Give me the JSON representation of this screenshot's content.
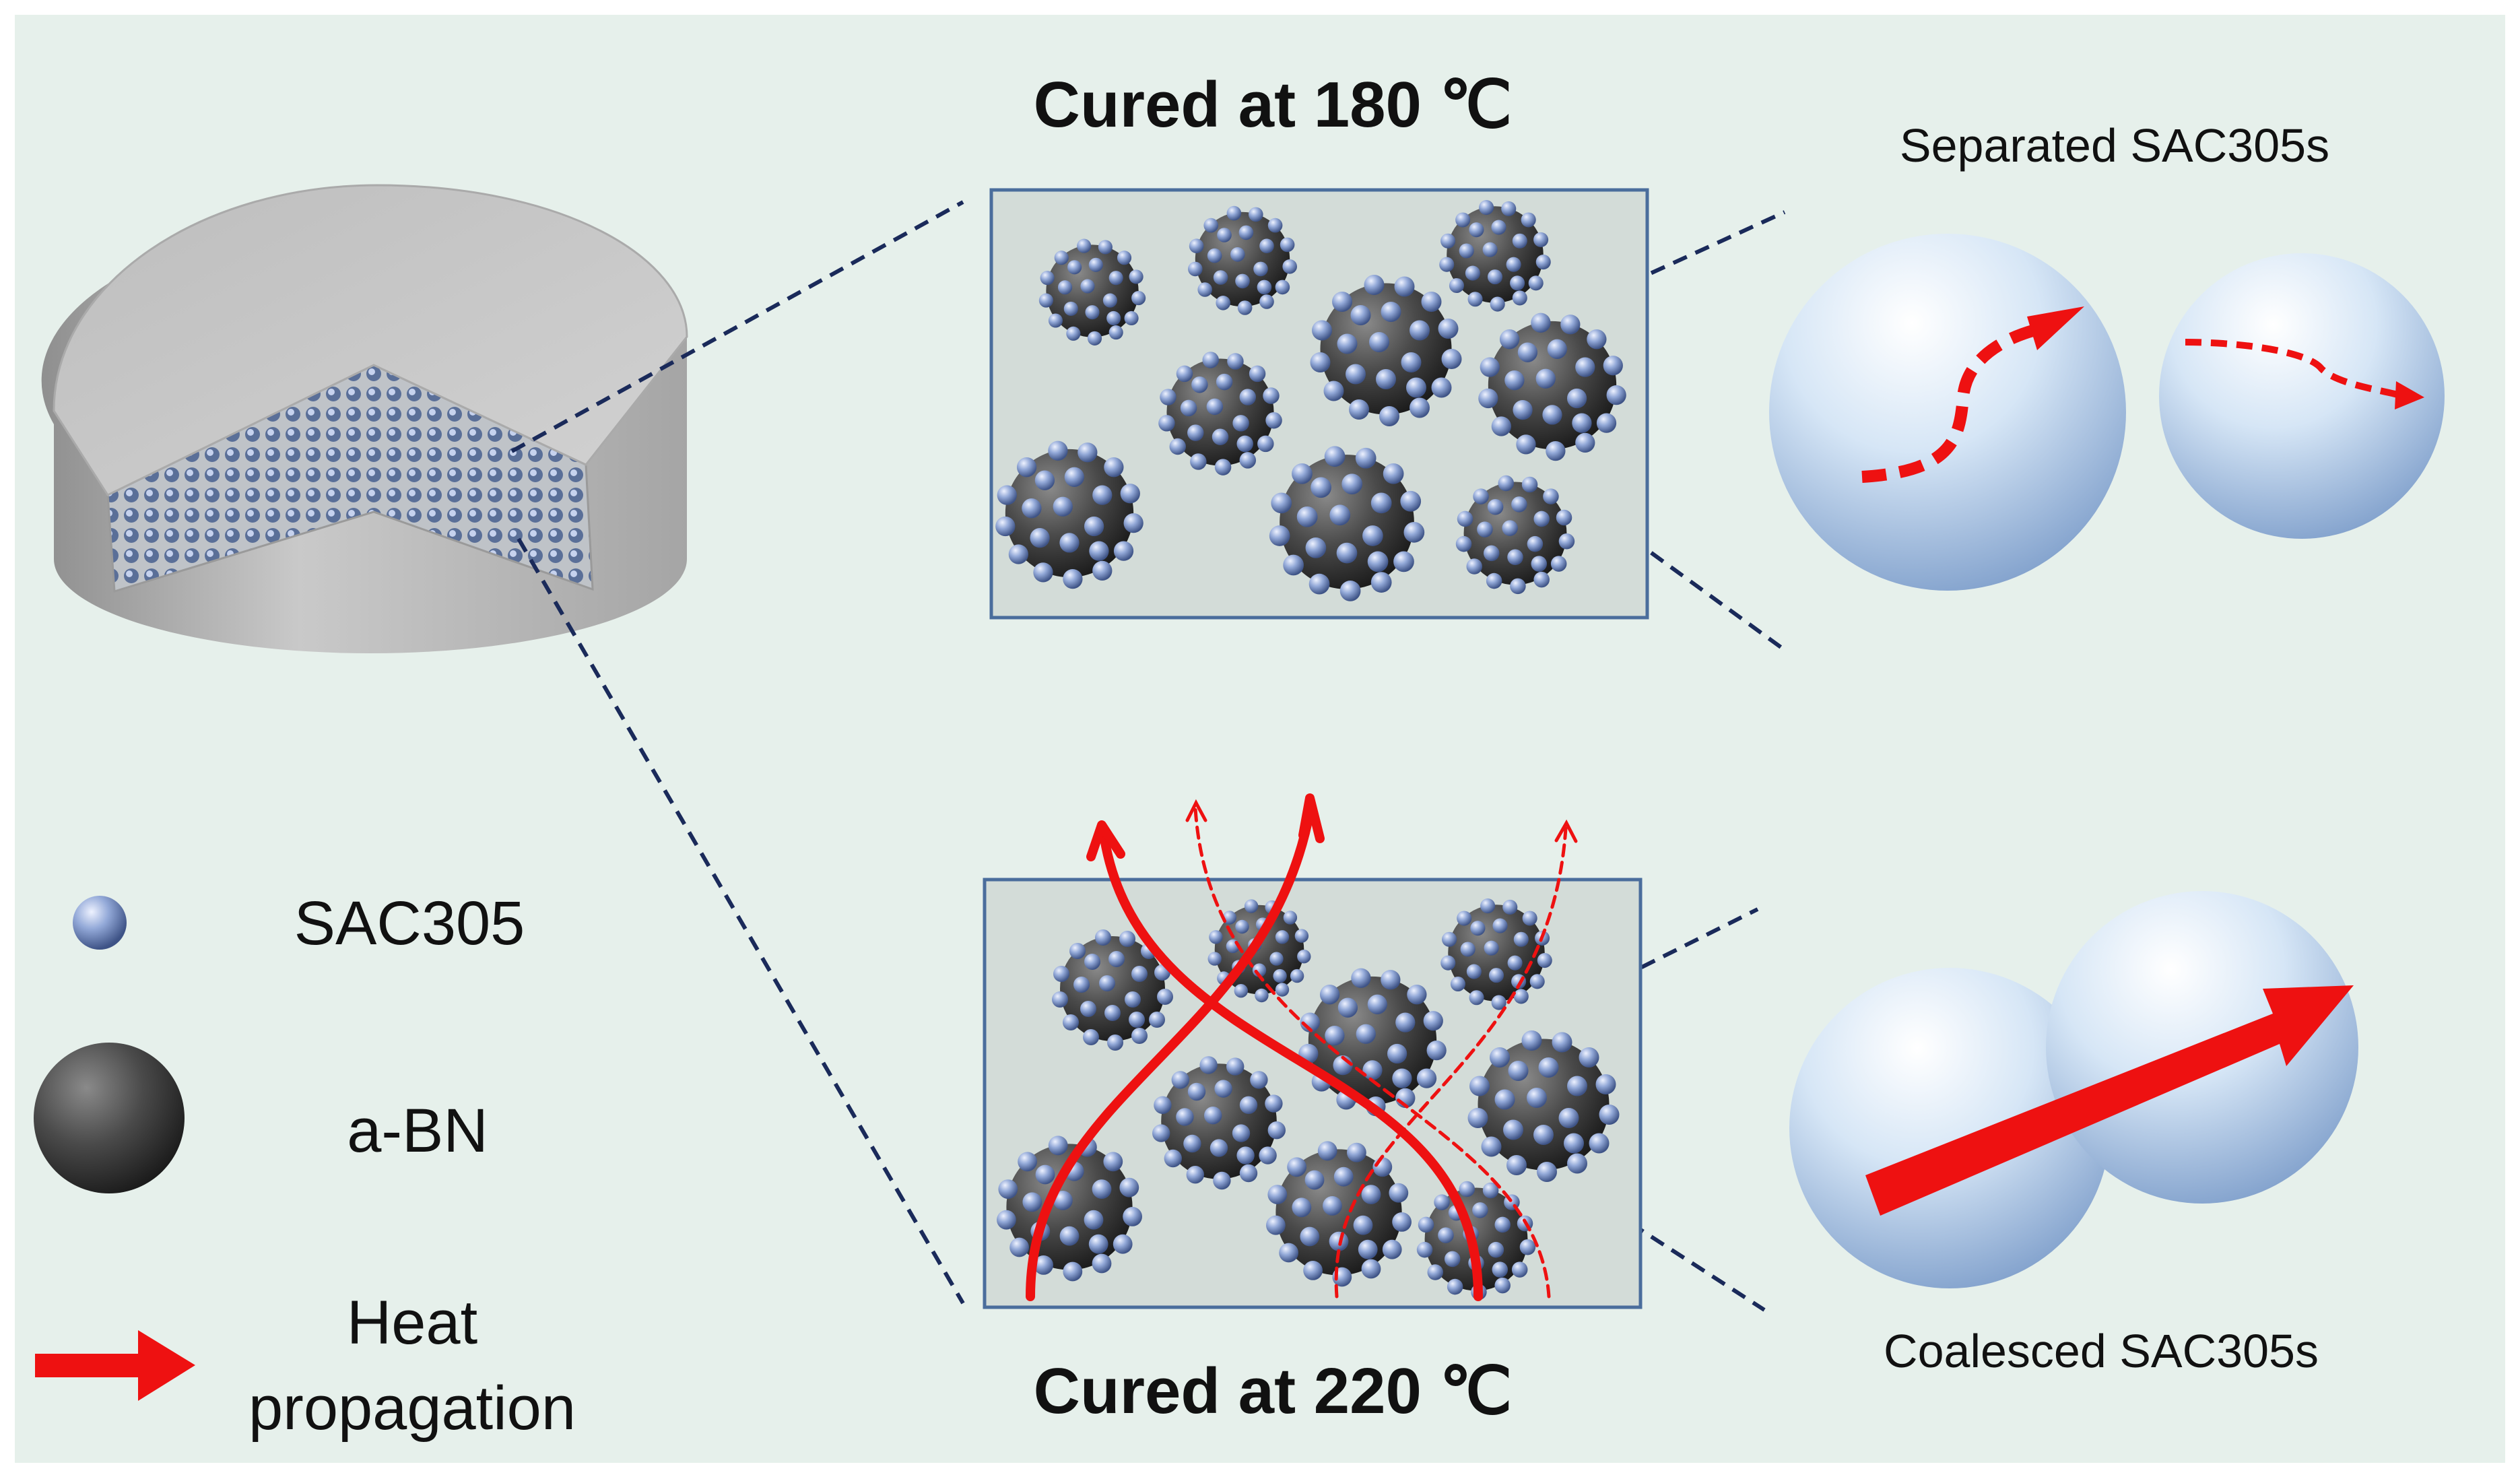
{
  "titles": {
    "top": "Cured at 180 ℃",
    "bottom": "Cured at 220 ℃"
  },
  "captions": {
    "separated": "Separated SAC305s",
    "coalesced": "Coalesced SAC305s"
  },
  "legend": {
    "sac305": "SAC305",
    "abn": "a-BN",
    "heat_line1": "Heat",
    "heat_line2": "propagation"
  },
  "colors": {
    "background": "#e6f0eb",
    "panel": "#d3dcd8",
    "panel_border": "#4a6d9c",
    "dashed_lines": "#1a2a5a",
    "heat_arrow": "#ee1111",
    "sac305": "#8fa6d4",
    "abn": "#4a4a4a"
  }
}
